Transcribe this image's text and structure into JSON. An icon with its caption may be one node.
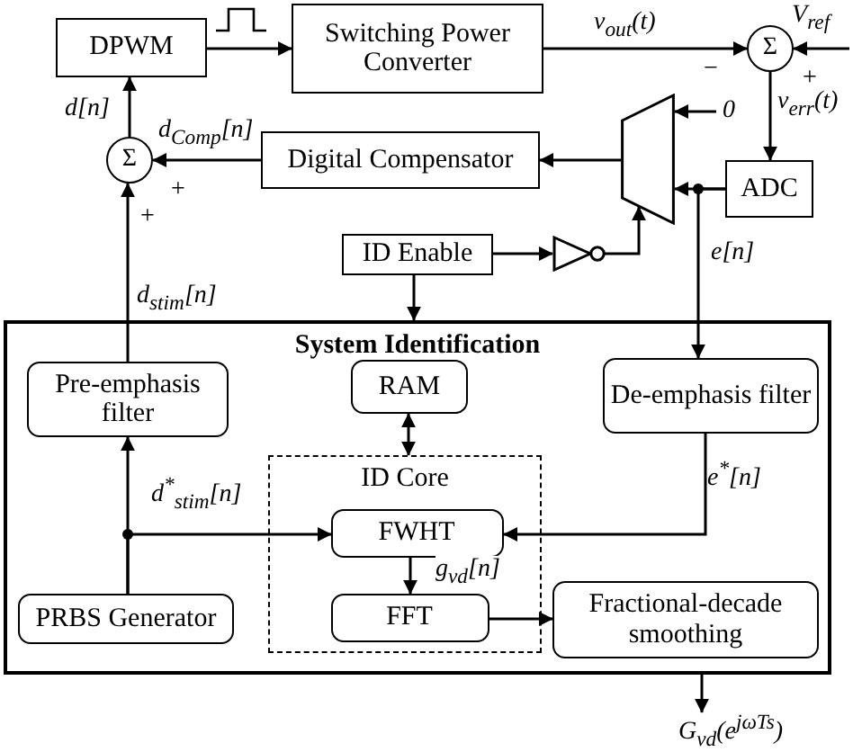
{
  "diagram": {
    "nodes": [
      {
        "text": [
          "DPWM"
        ]
      },
      {
        "text": [
          "Switching Power Converter"
        ]
      },
      {
        "text": [
          "Σ"
        ]
      },
      {
        "text": [
          "0"
        ]
      },
      {
        "text": [
          "ADC"
        ]
      },
      {
        "text": [],
        "shape": "trapezoid"
      },
      {
        "text": [
          "Digital Compensator"
        ]
      },
      {
        "text": [
          "Σ"
        ]
      },
      {
        "text": [
          "ID Enable"
        ]
      },
      {
        "text": [],
        "shape": "triangle"
      },
      {
        "text": [
          "System Identification"
        ]
      },
      {
        "text": [
          "Pre-emphasis filter"
        ],
        "in": 10
      },
      {
        "text": [
          "RAM"
        ],
        "in": 10
      },
      {
        "text": [
          "De-emphasis filter"
        ],
        "in": 10
      },
      {
        "text": [
          "ID Core"
        ],
        "in": 10
      },
      {
        "text": [
          "FWHT"
        ],
        "in": 14
      },
      {
        "text": [
          "FFT"
        ],
        "in": 14
      },
      {
        "text": [
          "PRBS Generator"
        ],
        "in": 10
      },
      {
        "text": [
          "Fractional-decade smoothing"
        ],
        "in": 10
      },
      {
        "text": [
          "G$_{vd}$(e$^{jωTs}$)"
        ]
      }
    ],
    "edges": [
      {
        "from": 0,
        "to": 1,
        "arrow": "to"
      },
      {
        "from": 1,
        "to": 2,
        "arrow": "to",
        "label": "v$_{out}$(t)"
      },
      {
        "from": null,
        "to": 2,
        "arrow": "to"
      },
      {
        "from": 2,
        "to": 4,
        "arrow": "to",
        "label": "v$_{err}$(t)"
      },
      {
        "from": 4,
        "to": 5,
        "arrow": "to"
      },
      {
        "from": 4,
        "to": 13,
        "arrow": "to",
        "label": "e[n]"
      },
      {
        "from": 3,
        "to": 5,
        "arrow": "to"
      },
      {
        "from": 5,
        "to": 6,
        "arrow": "to"
      },
      {
        "from": 6,
        "to": 7,
        "arrow": "to",
        "label": "d$_{Comp}$[n]"
      },
      {
        "from": 7,
        "to": 0,
        "arrow": "to",
        "label": "d[n]"
      },
      {
        "from": 11,
        "to": 7,
        "arrow": "to",
        "label": "d$_{stim}$[n]"
      },
      {
        "from": 8,
        "to": 9,
        "arrow": "to"
      },
      {
        "from": 9,
        "to": 5,
        "arrow": "to"
      },
      {
        "from": 8,
        "to": 10,
        "arrow": "to"
      },
      {
        "from": 12,
        "to": 14,
        "arrow": "both"
      },
      {
        "from": 17,
        "to": 11,
        "arrow": "to"
      },
      {
        "from": 17,
        "to": 15,
        "arrow": "to",
        "label": "d$^{*}$$_{stim}$[n]"
      },
      {
        "from": 13,
        "to": 15,
        "arrow": "to",
        "label": "e$^{*}$[n]"
      },
      {
        "from": 15,
        "to": 16,
        "arrow": "to",
        "label": "g$_{vd}$[n]"
      },
      {
        "from": 16,
        "to": 18,
        "arrow": "to"
      },
      {
        "from": 10,
        "to": 19,
        "arrow": "to"
      }
    ],
    "labels": [
      "V$_{ref}$",
      "−",
      "+",
      "+",
      "+"
    ]
  }
}
